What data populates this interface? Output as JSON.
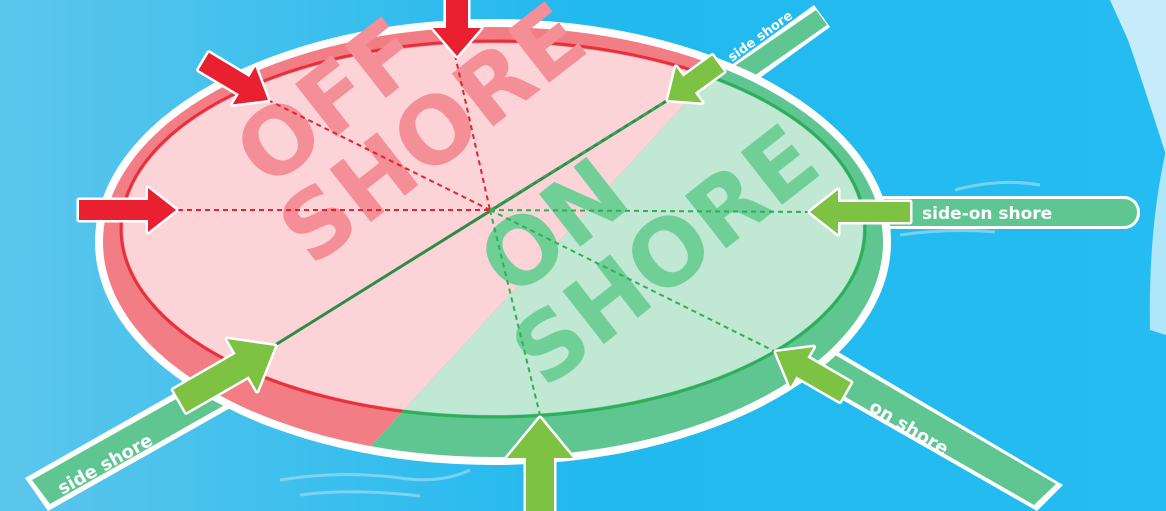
{
  "zones": {
    "offshore": {
      "line1": "OFF",
      "line2": "SHORE"
    },
    "onshore": {
      "line1": "ON",
      "line2": "SHORE"
    }
  },
  "arm_labels": {
    "side_shore_top": "side shore",
    "side_on_shore": "side-on shore",
    "on_shore": "on shore",
    "side_shore_bottom": "side shore"
  },
  "colors": {
    "sea": "#2bb8ec",
    "offshore_fill": "#fcd3d6",
    "offshore_ring": "#f37d84",
    "offshore_arrow": "#e8202f",
    "onshore_fill": "#c0e8d3",
    "onshore_ring": "#5fc692",
    "onshore_arrow": "#7dc242",
    "divider": "#2f8a4b"
  },
  "icons": {
    "offshore_arrows": "red-arrow-icon",
    "onshore_arrows": "green-arrow-icon"
  }
}
